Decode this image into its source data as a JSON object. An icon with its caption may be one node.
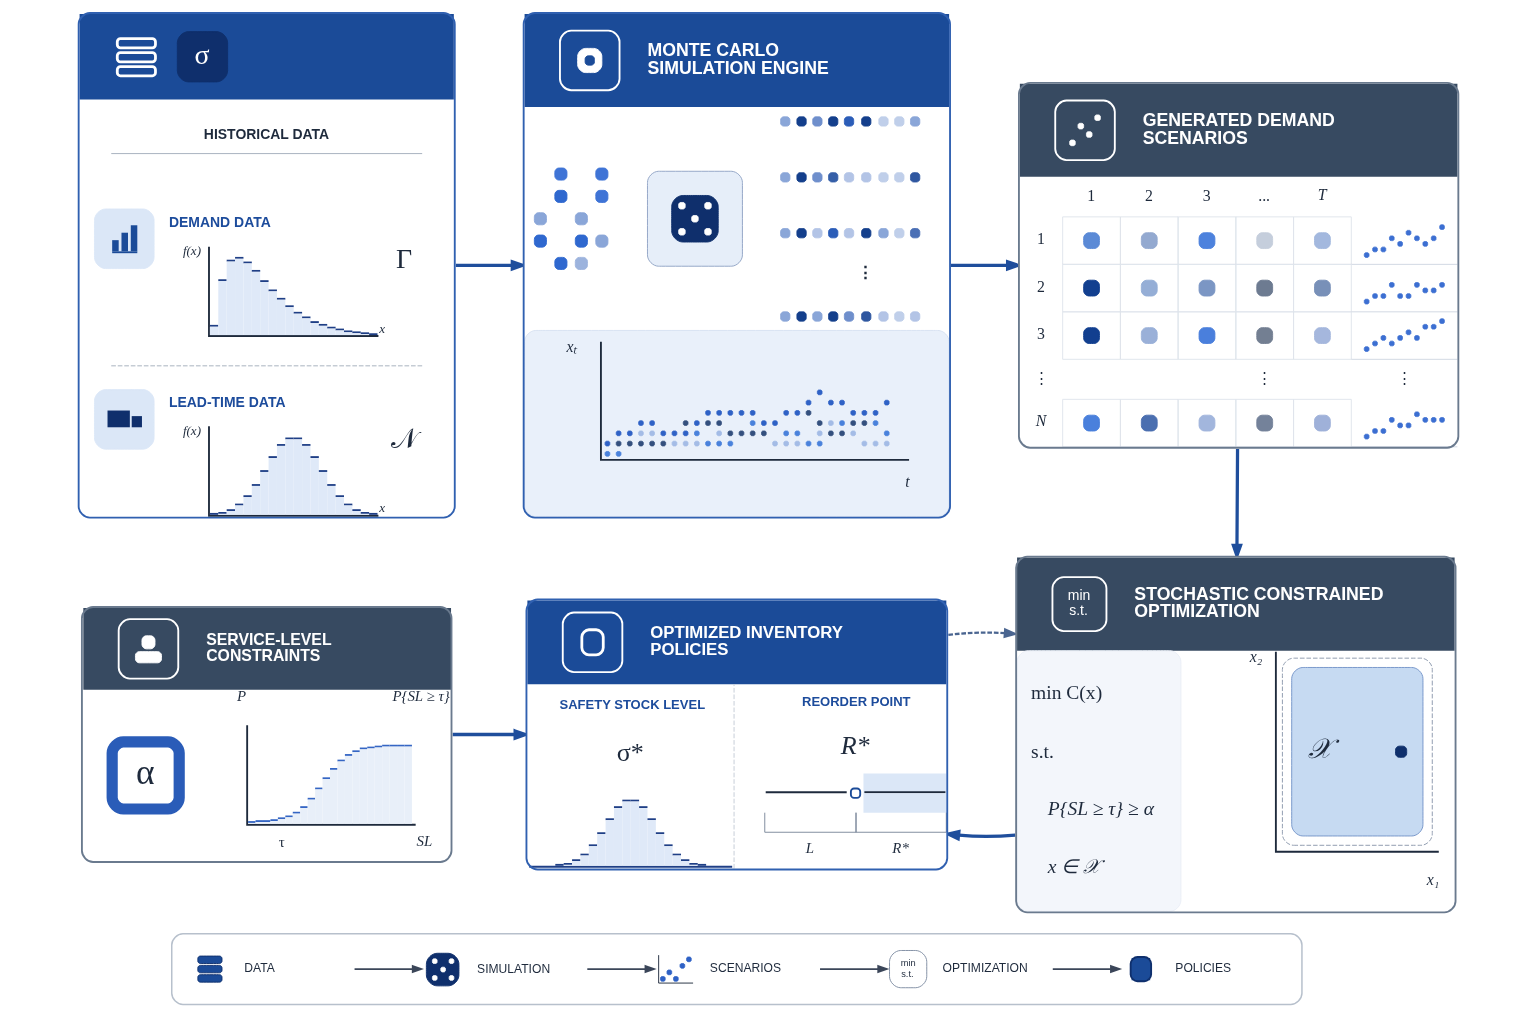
{
  "diagram": {
    "nodes": [
      {
        "text": [
          "σ",
          "HISTORICAL DATA",
          "DEMAND DATA",
          "f(x)",
          "Γ",
          "x",
          "LEAD-TIME DATA",
          "f(x)",
          "𝒩",
          "x"
        ]
      },
      {
        "text": [
          "MONTE CARLO SIMULATION ENGINE",
          "⋮",
          "xₜ",
          "t"
        ]
      },
      {
        "text": [
          "GENERATED DEMAND SCENARIOS",
          "1",
          "2",
          "3",
          "...",
          "T",
          "1",
          "2",
          "3",
          "⋮",
          "⋮",
          "⋮",
          "N"
        ]
      },
      {
        "text": [
          "min s.t.",
          "STOCHASTIC CONSTRAINED OPTIMIZATION",
          "min C(x)",
          "s.t.",
          "P{SL ≥ τ} ≥ α",
          "x ∈ 𝒳",
          "x₂",
          "𝒳",
          "x₁"
        ]
      },
      {
        "text": [
          "SERVICE-LEVEL CONSTRAINTS",
          "α",
          "P",
          "P{SL ≥ τ}",
          "τ",
          "SL"
        ]
      },
      {
        "text": [
          "OPTIMIZED INVENTORY POLICIES",
          "SAFETY STOCK LEVEL",
          "σ*",
          "REORDER POINT",
          "R*",
          "L",
          "R*"
        ]
      },
      {
        "text": [],
        "shape": "box"
      },
      {
        "text": [
          "DATA"
        ],
        "in": 6
      },
      {
        "text": [
          "SIMULATION"
        ],
        "in": 6
      },
      {
        "text": [
          "SCENARIOS"
        ],
        "in": 6
      },
      {
        "text": [
          "min s.t.",
          "OPTIMIZATION"
        ],
        "in": 6
      },
      {
        "text": [
          "POLICIES"
        ],
        "in": 6
      }
    ],
    "edges": [
      {
        "from": 0,
        "to": 1,
        "arrow": "to"
      },
      {
        "from": 1,
        "to": 2,
        "arrow": "to"
      },
      {
        "from": 2,
        "to": 3,
        "arrow": "to"
      },
      {
        "from": 3,
        "to": 5,
        "arrow": "to"
      },
      {
        "from": 4,
        "to": 5,
        "arrow": "to"
      },
      {
        "from": 5,
        "to": 3,
        "arrow": "to",
        "style": "dashed",
        "color": "#4a6590"
      },
      {
        "from": 7,
        "to": 8,
        "arrow": "to",
        "color": "#3b4659"
      },
      {
        "from": 8,
        "to": 9,
        "arrow": "to",
        "color": "#3b4659"
      },
      {
        "from": 9,
        "to": 10,
        "arrow": "to",
        "color": "#3b4659"
      },
      {
        "from": 10,
        "to": 11,
        "arrow": "to",
        "color": "#3b4659"
      }
    ]
  }
}
